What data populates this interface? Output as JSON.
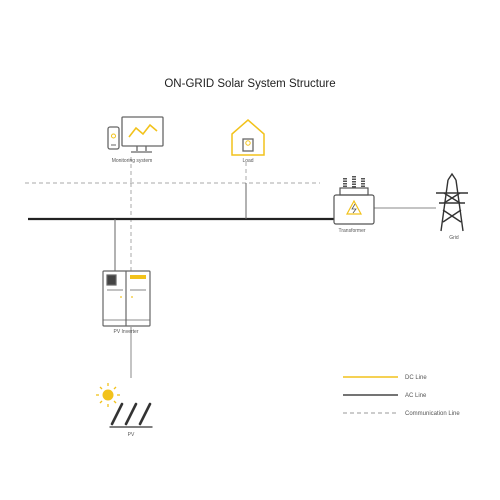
{
  "title": "ON-GRID Solar System Structure",
  "nodes": {
    "monitoring": {
      "label": "Monitoring system"
    },
    "load": {
      "label": "Load"
    },
    "transformer": {
      "label": "Transformer"
    },
    "grid": {
      "label": "Grid"
    },
    "inverter": {
      "label": "PV Inverter"
    },
    "pv": {
      "label": "PV"
    }
  },
  "legend": [
    {
      "label": "DC Line",
      "style": "solid",
      "color": "#f2c21b"
    },
    {
      "label": "AC Line",
      "style": "solid",
      "color": "#222222"
    },
    {
      "label": "Communication Line",
      "style": "dashed",
      "color": "#999999"
    }
  ],
  "colors": {
    "accent": "#f2c21b",
    "line": "#222222",
    "device": "#666666",
    "comm": "#aaaaaa"
  }
}
